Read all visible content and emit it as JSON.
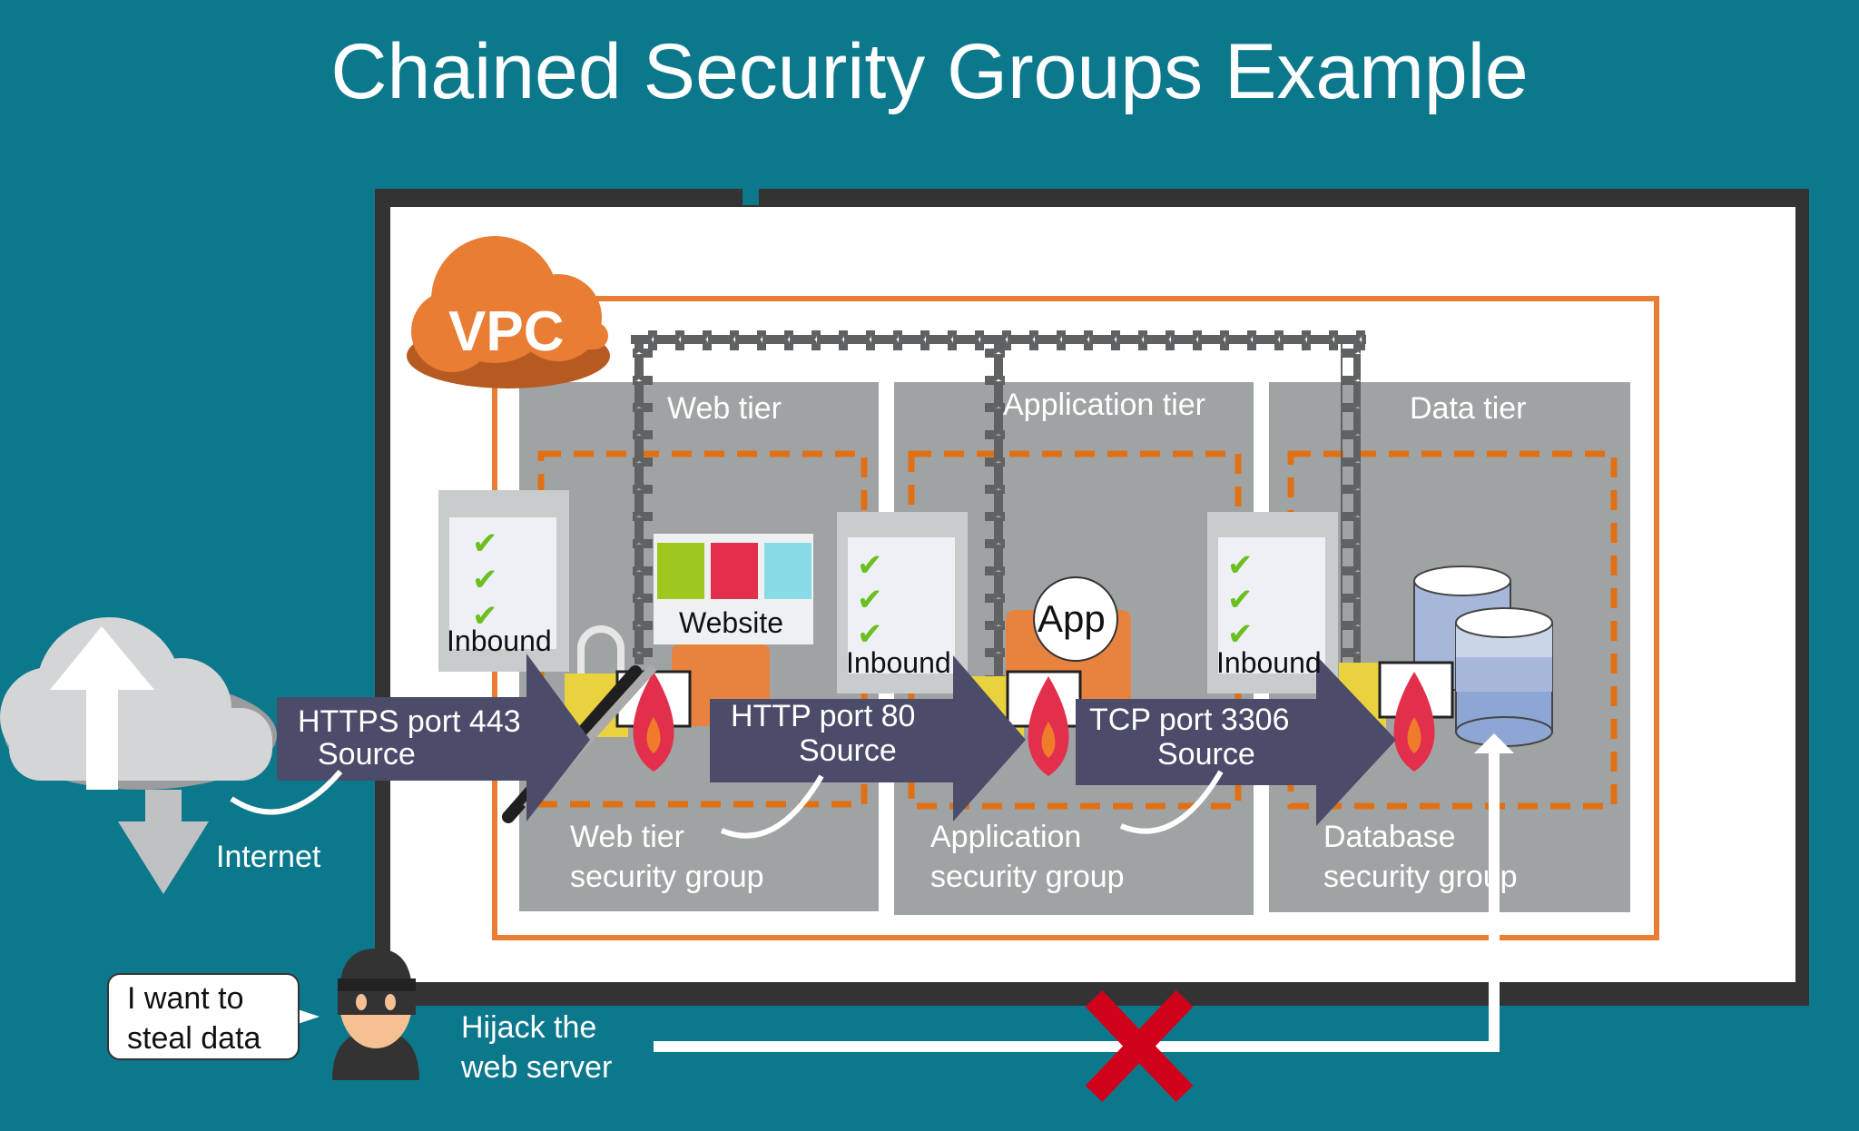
{
  "title": "Chained Security Groups Example",
  "vpc": {
    "label": "VPC"
  },
  "tiers": [
    {
      "name": "Web tier",
      "security_group": [
        "Web tier",
        "security group"
      ],
      "resource": "Website",
      "checklist_label": "Inbound"
    },
    {
      "name": "Application tier",
      "security_group": [
        "Application",
        "security group"
      ],
      "resource": "App",
      "checklist_label": "Inbound"
    },
    {
      "name": "Data tier",
      "security_group": [
        "Database",
        "security group"
      ],
      "resource": "database-icon",
      "checklist_label": "Inbound"
    }
  ],
  "rules": [
    {
      "protocol_port": "HTTPS port 443",
      "source_label": "Source",
      "from": "Internet",
      "to": "Web tier security group"
    },
    {
      "protocol_port": "HTTP port 80",
      "source_label": "Source",
      "from": "Web tier security group",
      "to": "Application security group"
    },
    {
      "protocol_port": "TCP port 3306",
      "source_label": "Source",
      "from": "Application security group",
      "to": "Database security group"
    }
  ],
  "internet": {
    "label": "Internet"
  },
  "attacker": {
    "speech": [
      "I want to",
      "steal data"
    ],
    "action": [
      "Hijack the",
      "web server"
    ],
    "blocked": true
  },
  "colors": {
    "background": "#0c788c",
    "vpc_orange": "#e87d33",
    "tier_gray": "#a0a3a4",
    "arrow_navy": "#4a4c6a",
    "blocked_red": "#d0021b",
    "frame_dark": "#333333"
  }
}
